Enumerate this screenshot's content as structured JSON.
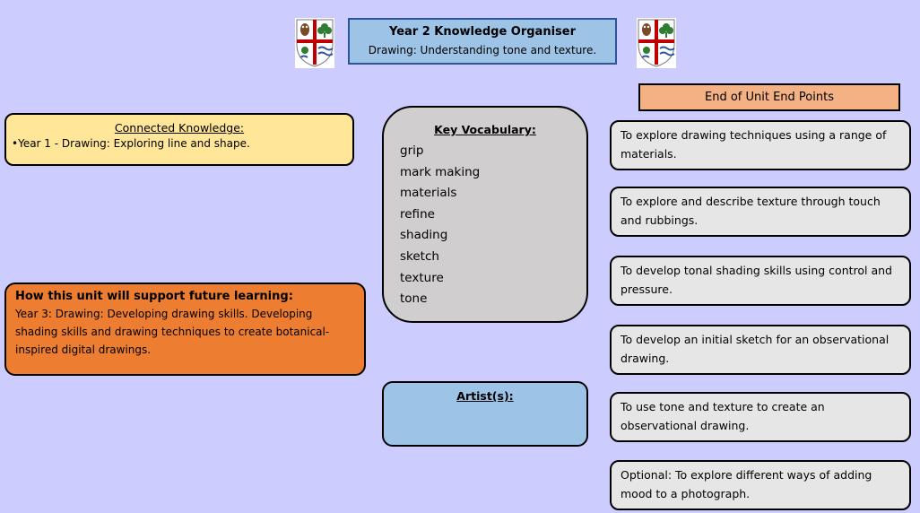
{
  "header": {
    "title": "Year 2 Knowledge Organiser",
    "subtitle": "Drawing: Understanding tone and texture."
  },
  "connected_knowledge": {
    "heading": "Connected Knowledge:",
    "items": [
      "•Year 1 - Drawing: Exploring line and shape."
    ]
  },
  "future_learning": {
    "heading": "How this unit will support future learning:",
    "text": "Year 3: Drawing: Developing drawing skills. Developing shading skills and drawing techniques to create botanical-inspired digital drawings."
  },
  "vocabulary": {
    "heading": "Key Vocabulary:",
    "words": [
      "grip",
      "mark making",
      "materials",
      "refine",
      "shading",
      "sketch",
      "texture",
      "tone"
    ]
  },
  "artists": {
    "heading": "Artist(s):"
  },
  "end_points": {
    "heading": "End of Unit End Points",
    "items": [
      "To explore drawing techniques using a range of materials.",
      "To explore and describe texture through touch and rubbings.",
      "To develop tonal shading skills using control and pressure.",
      "To develop an initial sketch for an observational drawing.",
      "To use tone and texture to create an observational drawing.",
      "Optional: To explore different ways of adding mood to a photograph."
    ]
  },
  "colors": {
    "background": "#ccccff",
    "title_box": "#9dc3e6",
    "connected_box": "#ffe699",
    "future_box": "#ed7d31",
    "vocab_box": "#d0cece",
    "endpoints_header": "#f4b183",
    "endpoint_box": "#e7e6e6"
  },
  "icons": [
    "school-crest-icon"
  ]
}
